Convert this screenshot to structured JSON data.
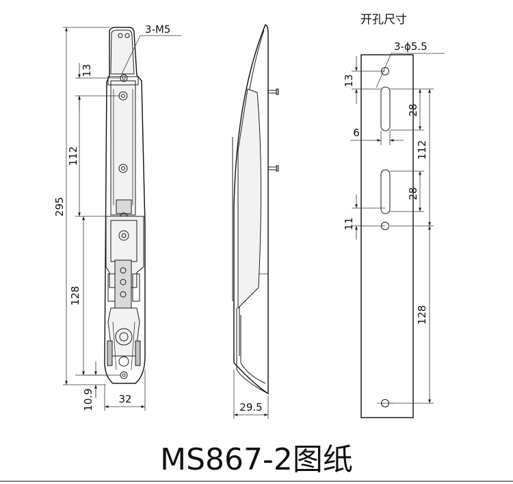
{
  "front_view": {
    "callout_thread": "3-M5",
    "dim_total": "295",
    "dim_top": "13",
    "dim_upper": "112",
    "dim_lower": "128",
    "dim_bottom": "10.9",
    "dim_width": "32"
  },
  "side_view": {
    "dim_depth": "29.5"
  },
  "cutout_view": {
    "header": "开孔尺寸",
    "callout_hole": "3-ϕ5.5",
    "dim_top": "13",
    "dim_slot_len_upper": "28",
    "dim_slot_width": "6",
    "dim_spacing": "112",
    "dim_slot_len_lower": "28",
    "dim_offset": "11",
    "dim_lower": "128"
  },
  "title": "MS867-2图纸"
}
